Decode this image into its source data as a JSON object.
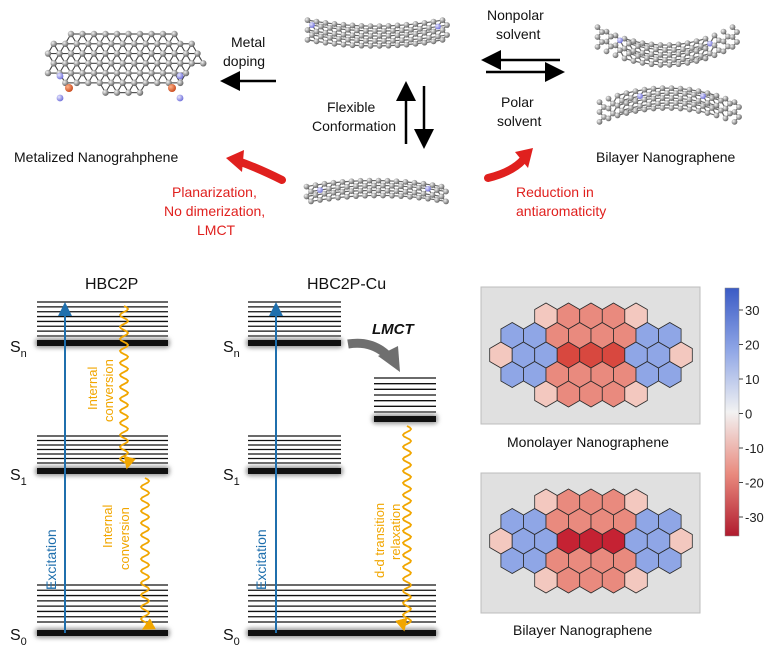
{
  "top": {
    "left_label": "Metalized Nanograhphene",
    "right_label": "Bilayer Nanographene",
    "metal_doping": [
      "Metal",
      "doping"
    ],
    "flexible": [
      "Flexible",
      "Conformation"
    ],
    "nonpolar": [
      "Nonpolar",
      "solvent"
    ],
    "polar": [
      "Polar",
      "solvent"
    ],
    "left_effects": [
      "Planarization,",
      "No dimerization,",
      "LMCT"
    ],
    "right_effects": [
      "Reduction in",
      "antiaromaticity"
    ]
  },
  "energy": {
    "hbc2p": {
      "title": "HBC2P",
      "sn": "S",
      "sn_sub": "n",
      "s1": "S",
      "s1_sub": "1",
      "s0": "S",
      "s0_sub": "0",
      "excitation": "Excitation",
      "ic1": [
        "Internal",
        "conversion"
      ],
      "ic2": [
        "Internal",
        "conversion"
      ]
    },
    "hbc2pcu": {
      "title": "HBC2P-Cu",
      "sn": "S",
      "sn_sub": "n",
      "s1": "S",
      "s1_sub": "1",
      "s0": "S",
      "s0_sub": "0",
      "excitation": "Excitation",
      "lmct": "LMCT",
      "dd": [
        "d-d transition",
        "relaxation"
      ]
    }
  },
  "maps": {
    "monolayer_label": "Monolayer Nanographene",
    "bilayer_label": "Bilayer Nanographene",
    "colorbar_ticks": [
      "30",
      "20",
      "10",
      "0",
      "-10",
      "-20",
      "-30"
    ],
    "colors": {
      "positive": "#3b5bc5",
      "negative": "#b01b2e",
      "neutral": "#f2f2f2"
    }
  }
}
